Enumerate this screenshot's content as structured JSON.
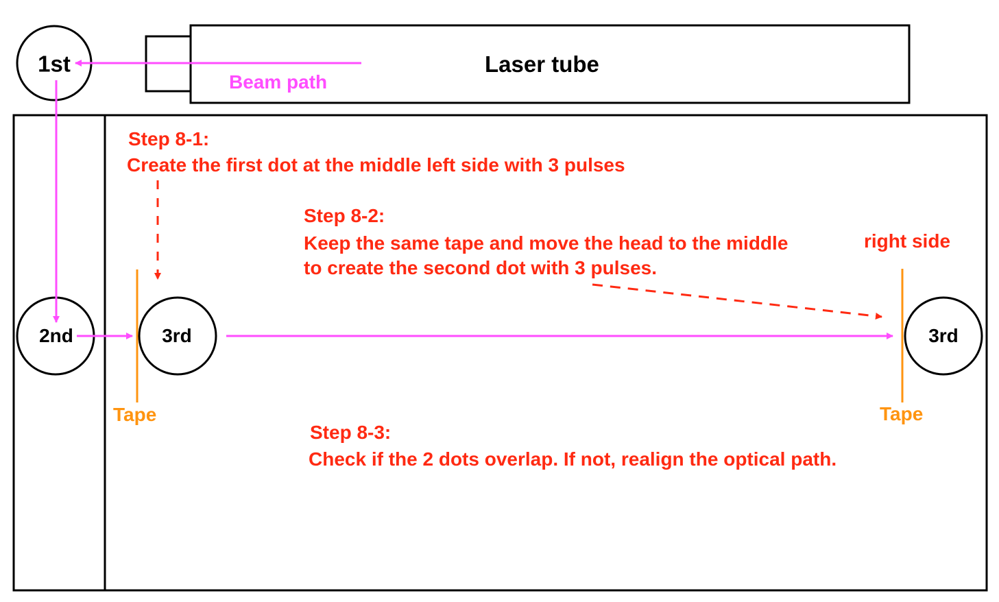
{
  "laser_tube": {
    "label": "Laser tube"
  },
  "beam": {
    "label": "Beam path",
    "color": "#ff4dff"
  },
  "mirrors": [
    {
      "id": "first",
      "label": "1st"
    },
    {
      "id": "second",
      "label": "2nd"
    },
    {
      "id": "third_left",
      "label": "3rd"
    },
    {
      "id": "third_right",
      "label": "3rd"
    }
  ],
  "tape": {
    "left_label": "Tape",
    "right_label": "Tape",
    "color": "#ff9410"
  },
  "steps": [
    {
      "title": "Step 8-1:",
      "lines": [
        "Create the first dot at the middle left side with 3 pulses"
      ]
    },
    {
      "title": "Step 8-2:",
      "lines": [
        "Keep the same tape and move the head to the middle",
        "right side",
        "to create the second dot with 3 pulses."
      ]
    },
    {
      "title": "Step 8-3:",
      "lines": [
        "Check if the 2 dots overlap. If not, realign the optical path."
      ]
    }
  ],
  "colors": {
    "outline": "#000000",
    "annotation": "#ff2a12",
    "beam": "#ff4dff",
    "tape": "#ff9410"
  }
}
